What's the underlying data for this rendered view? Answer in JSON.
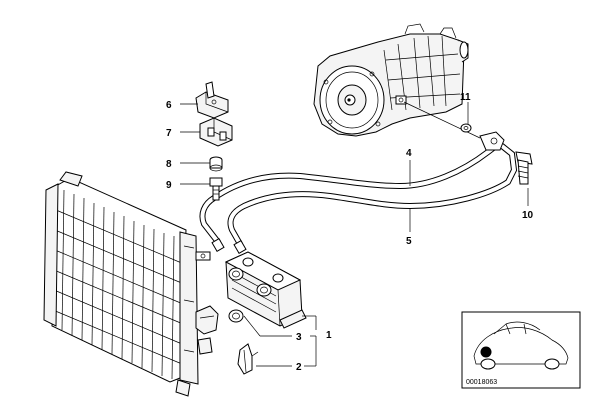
{
  "callouts": [
    {
      "id": "1",
      "label": "1"
    },
    {
      "id": "2",
      "label": "2"
    },
    {
      "id": "3",
      "label": "3"
    },
    {
      "id": "4",
      "label": "4"
    },
    {
      "id": "5",
      "label": "5"
    },
    {
      "id": "6",
      "label": "6"
    },
    {
      "id": "7",
      "label": "7"
    },
    {
      "id": "8",
      "label": "8"
    },
    {
      "id": "9",
      "label": "9"
    },
    {
      "id": "10",
      "label": "10"
    },
    {
      "id": "11",
      "label": "11"
    }
  ],
  "inset": {
    "reference_code": "00018063"
  }
}
